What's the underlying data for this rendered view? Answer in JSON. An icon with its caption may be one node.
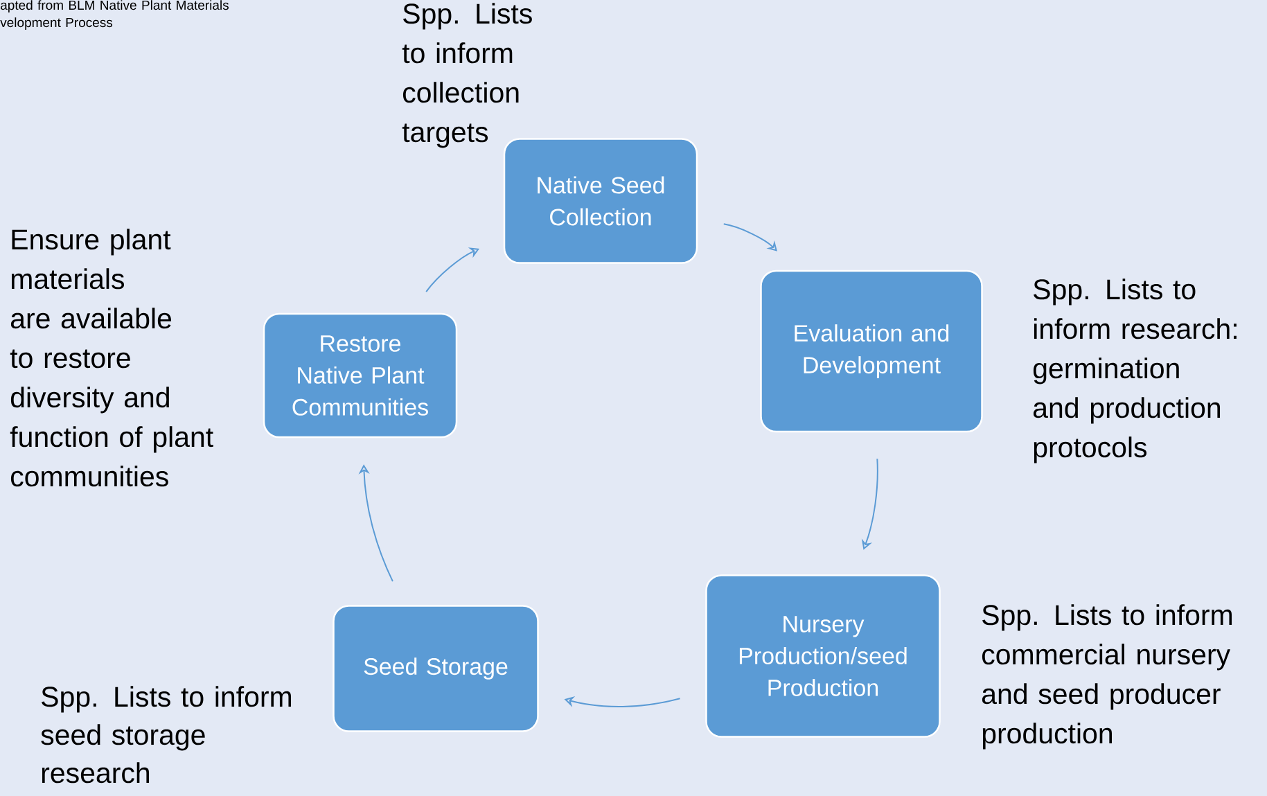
{
  "diagram": {
    "nodes": [
      {
        "text": [
          "Native Seed Collection"
        ]
      },
      {
        "text": [
          "Evaluation and Development"
        ]
      },
      {
        "text": [
          "Nursery Production/seed Production"
        ]
      },
      {
        "text": [
          "Seed Storage"
        ]
      },
      {
        "text": [
          "Restore Native Plant Communities"
        ]
      }
    ],
    "edges": [
      {
        "from": 0,
        "to": 1,
        "arrow": "to"
      },
      {
        "from": 1,
        "to": 2,
        "arrow": "to"
      },
      {
        "from": 2,
        "to": 3,
        "arrow": "to"
      },
      {
        "from": 3,
        "to": 4,
        "arrow": "to"
      },
      {
        "from": 4,
        "to": 0,
        "arrow": "to"
      }
    ],
    "labels": [
      "apted from BLM Native Plant Materials velopment Process",
      "Spp. Lists to inform collection targets",
      "Ensure plant materials are available to restore diversity and function of plant communities",
      "Spp. Lists to inform research: germination and production protocols",
      "Spp. Lists to inform commercial nursery and seed producer production",
      "Spp. Lists to inform seed storage research"
    ]
  }
}
